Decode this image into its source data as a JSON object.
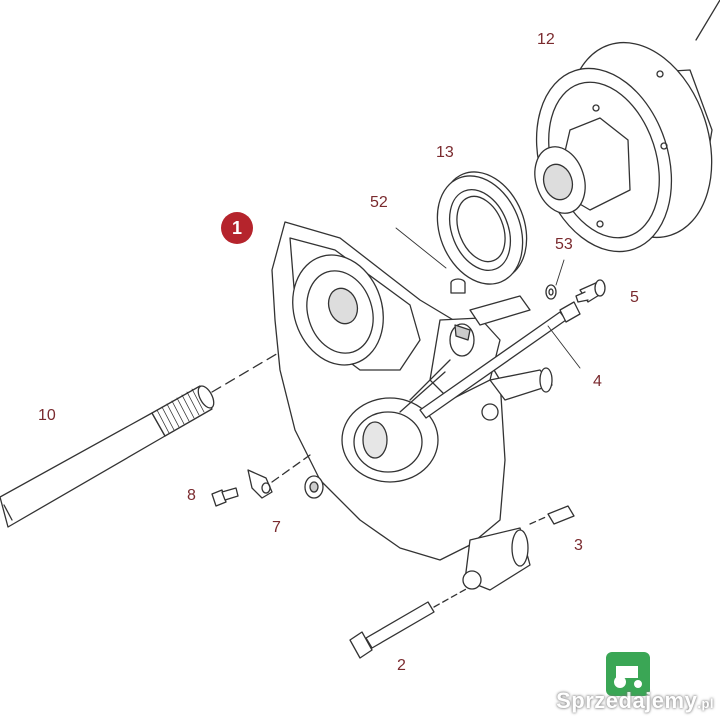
{
  "diagram": {
    "main_part": "1",
    "callouts": {
      "shaft": "10",
      "flywheel": "12",
      "oil_seal": "13",
      "screw_52": "52",
      "washer": "53",
      "fitting": "5",
      "rod": "4",
      "bolt_8": "8",
      "clip": "7",
      "pin": "3",
      "long_bolt": "2"
    }
  },
  "watermark": {
    "text": "Sprzedajemy",
    "tld": ".pl"
  },
  "colors": {
    "callout_text": "#7a2a2e",
    "callout_badge": "#b5242c",
    "line": "#333333",
    "watermark_green": "#3aa655"
  }
}
